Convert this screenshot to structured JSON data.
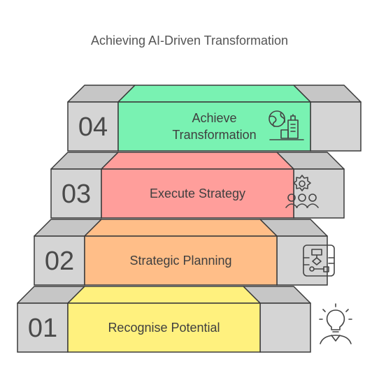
{
  "title": "Achieving AI-Driven Transformation",
  "steps": [
    {
      "number": "04",
      "label_lines": [
        "Achieve",
        "Transformation"
      ],
      "color": "#79F2B2",
      "icon": "globe-city-icon"
    },
    {
      "number": "03",
      "label_lines": [
        "Execute Strategy"
      ],
      "color": "#FF9E9B",
      "icon": "gear-people-icon"
    },
    {
      "number": "02",
      "label_lines": [
        "Strategic Planning"
      ],
      "color": "#FFBE88",
      "icon": "flowchart-icon"
    },
    {
      "number": "01",
      "label_lines": [
        "Recognise Potential"
      ],
      "color": "#FFF17E",
      "icon": "lightbulb-person-icon"
    }
  ],
  "colors": {
    "side": "#D5D5D5",
    "top": "#C6C6C6",
    "stroke": "#3a3a3a"
  }
}
